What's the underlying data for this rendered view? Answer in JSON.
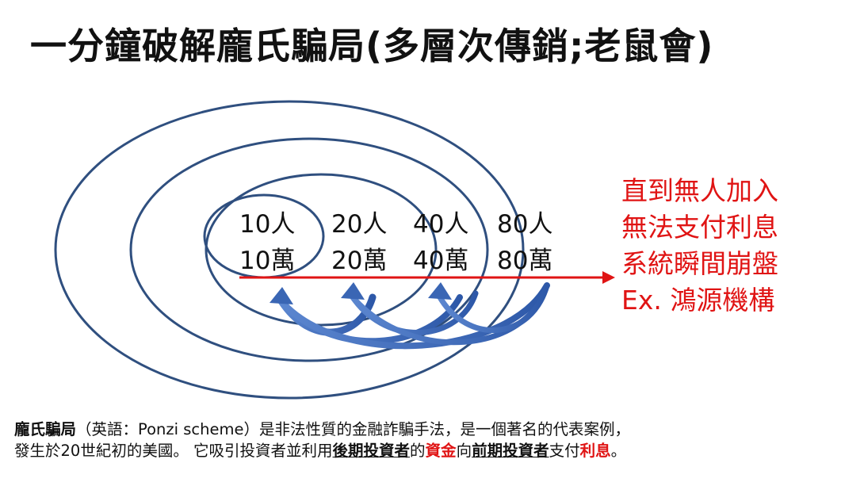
{
  "title": "一分鐘破解龐氏騙局(多層次傳銷;老鼠會)",
  "diagram": {
    "levels": [
      {
        "people": "10人",
        "money": "10萬"
      },
      {
        "people": "20人",
        "money": "20萬"
      },
      {
        "people": "40人",
        "money": "40萬"
      },
      {
        "people": "80人",
        "money": "80萬"
      }
    ],
    "colors": {
      "rings": "#2f4f7f",
      "arrows": "#3a66b4",
      "accent": "#e01414"
    }
  },
  "side_text": [
    "直到無人加入",
    "無法支付利息",
    "系統瞬間崩盤",
    "Ex. 鴻源機構"
  ],
  "description": {
    "line1": {
      "term": "龐氏騙局",
      "rest": "（英語：Ponzi scheme）是非法性質的金融詐騙手法，是一個著名的代表案例，"
    },
    "line2": {
      "p1": "發生於20世紀初的美國。 它吸引投資者並利用",
      "later_investors": "後期投資者",
      "p2": "的",
      "funds": "資金",
      "p3": "向",
      "earlier_investors": "前期投資者",
      "p4": "支付",
      "interest": "利息",
      "p5": "。"
    }
  }
}
